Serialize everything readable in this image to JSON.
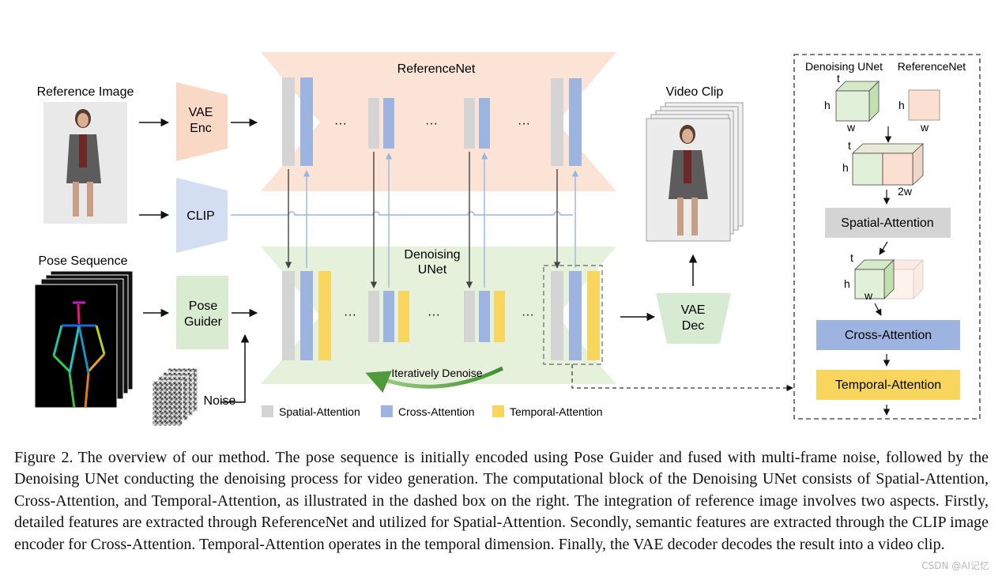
{
  "figure": {
    "labels": {
      "reference_image": "Reference Image",
      "pose_sequence": "Pose Sequence",
      "vae_enc": [
        "VAE",
        "Enc"
      ],
      "clip": "CLIP",
      "pose_guider": [
        "Pose",
        "Guider"
      ],
      "noise": "Noise",
      "referencenet": "ReferenceNet",
      "denoising_unet": [
        "Denoising",
        "UNet"
      ],
      "iteratively_denoise": "Iteratively Denoise",
      "video_clip": "Video Clip",
      "vae_dec": [
        "VAE",
        "Dec"
      ],
      "ellipsis": "···"
    },
    "legend": [
      {
        "label": "Spatial-Attention",
        "color": "#d4d4d4"
      },
      {
        "label": "Cross-Attention",
        "color": "#9db3e0"
      },
      {
        "label": "Temporal-Attention",
        "color": "#f8d55c"
      }
    ],
    "detail_box": {
      "col_denoising": "Denoising UNet",
      "col_reference": "ReferenceNet",
      "t": "t",
      "h": "h",
      "w": "w",
      "two_w": "2w",
      "spatial_attention": "Spatial-Attention",
      "cross_attention": "Cross-Attention",
      "temporal_attention": "Temporal-Attention"
    },
    "colors": {
      "referencenet_bg": "#fbe3d5",
      "denoising_bg": "#e6f1dc",
      "vae_enc_fill": "#f9d8c6",
      "clip_fill": "#d3def3",
      "pose_guider_fill": "#d9ecd0",
      "vae_dec_fill": "#d6ebd2",
      "spatial": "#d4d4d4",
      "cross": "#9db3e0",
      "temporal": "#f8d55c",
      "arrow_green": "#4f9a3b"
    }
  },
  "caption": {
    "label": "Figure 2.",
    "text": "The overview of our method. The pose sequence is initially encoded using Pose Guider and fused with multi-frame noise, followed by the Denoising UNet conducting the denoising process for video generation. The computational block of the Denoising UNet consists of Spatial-Attention, Cross-Attention, and Temporal-Attention, as illustrated in the dashed box on the right. The integration of reference image involves two aspects. Firstly, detailed features are extracted through ReferenceNet and utilized for Spatial-Attention. Secondly, semantic features are extracted through the CLIP image encoder for Cross-Attention. Temporal-Attention operates in the temporal dimension. Finally, the VAE decoder decodes the result into a video clip."
  },
  "watermark": "CSDN @AI记忆"
}
